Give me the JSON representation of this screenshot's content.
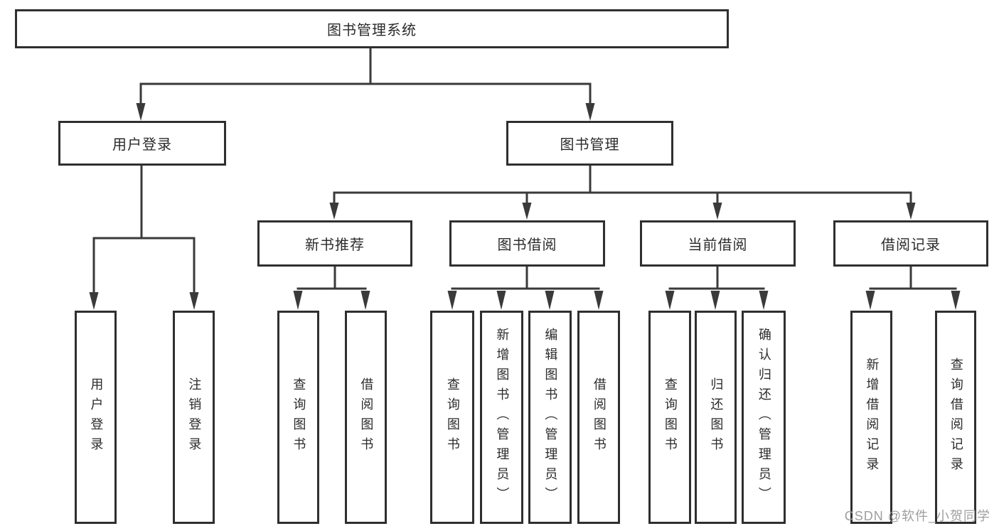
{
  "diagram": {
    "root": {
      "label": "图书管理系统"
    },
    "branches": [
      {
        "label": "用户登录",
        "children": [
          {
            "label": "用户登录"
          },
          {
            "label": "注销登录"
          }
        ]
      },
      {
        "label": "图书管理",
        "children": [
          {
            "label": "新书推荐",
            "children": [
              {
                "label": "查询图书"
              },
              {
                "label": "借阅图书"
              }
            ]
          },
          {
            "label": "图书借阅",
            "children": [
              {
                "label": "查询图书"
              },
              {
                "label": "新增图书（管理员）"
              },
              {
                "label": "编辑图书（管理员）"
              },
              {
                "label": "借阅图书"
              }
            ]
          },
          {
            "label": "当前借阅",
            "children": [
              {
                "label": "查询图书"
              },
              {
                "label": "归还图书"
              },
              {
                "label": "确认归还（管理员）"
              }
            ]
          },
          {
            "label": "借阅记录",
            "children": [
              {
                "label": "新增借阅记录"
              },
              {
                "label": "查询借阅记录"
              }
            ]
          }
        ]
      }
    ]
  },
  "watermark": {
    "text": "CSDN @软件_小贺同学"
  },
  "colors": {
    "line": "#3a3a3a",
    "box_border": "#2f2f2f",
    "text": "#2b2b2b",
    "watermark": "#9e9e9e",
    "background": "#ffffff"
  }
}
